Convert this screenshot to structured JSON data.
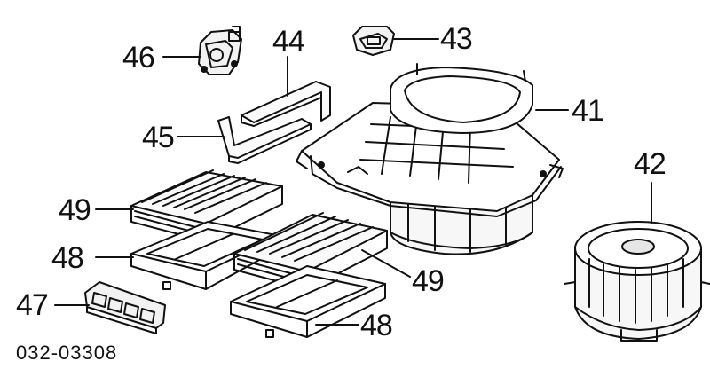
{
  "diagram": {
    "reference_code": "032-03308",
    "parts": [
      {
        "label": "41",
        "part": "blower housing"
      },
      {
        "label": "42",
        "part": "blower motor with fan"
      },
      {
        "label": "43",
        "part": "resistor"
      },
      {
        "label": "44",
        "part": "seal"
      },
      {
        "label": "45",
        "part": "seal"
      },
      {
        "label": "46",
        "part": "recirculation control motor"
      },
      {
        "label": "47",
        "part": "filter lid"
      },
      {
        "label": "48",
        "part": "filter frame"
      },
      {
        "label": "49",
        "part": "filter element"
      }
    ]
  }
}
